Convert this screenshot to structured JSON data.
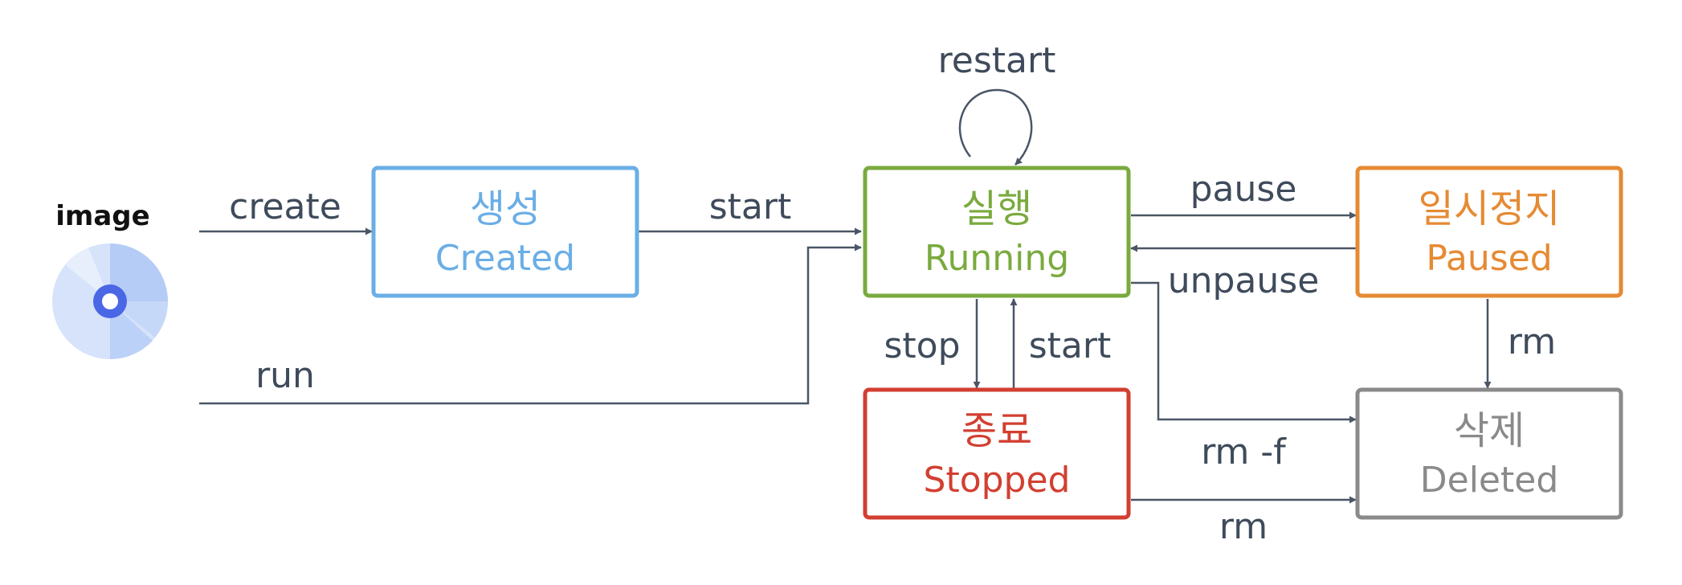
{
  "image_label": "image",
  "colors": {
    "created": "#6aaee6",
    "running": "#7aaa3e",
    "paused": "#e68a33",
    "stopped": "#d23f31",
    "deleted": "#8a8a8a",
    "connector": "#4a5666",
    "label": "#3f4b5b",
    "disc_light": "#d6e3fb",
    "disc_mid": "#b5cdf6",
    "disc_ring": "#4a67e6"
  },
  "states": {
    "created": {
      "korean": "생성",
      "english": "Created"
    },
    "running": {
      "korean": "실행",
      "english": "Running"
    },
    "paused": {
      "korean": "일시정지",
      "english": "Paused"
    },
    "stopped": {
      "korean": "종료",
      "english": "Stopped"
    },
    "deleted": {
      "korean": "삭제",
      "english": "Deleted"
    }
  },
  "transitions": {
    "create": "create",
    "start": "start",
    "run": "run",
    "restart": "restart",
    "pause": "pause",
    "unpause": "unpause",
    "stop": "stop",
    "start_from_stopped": "start",
    "rm_from_paused": "rm",
    "rm_force": "rm -f",
    "rm_from_stopped": "rm"
  }
}
